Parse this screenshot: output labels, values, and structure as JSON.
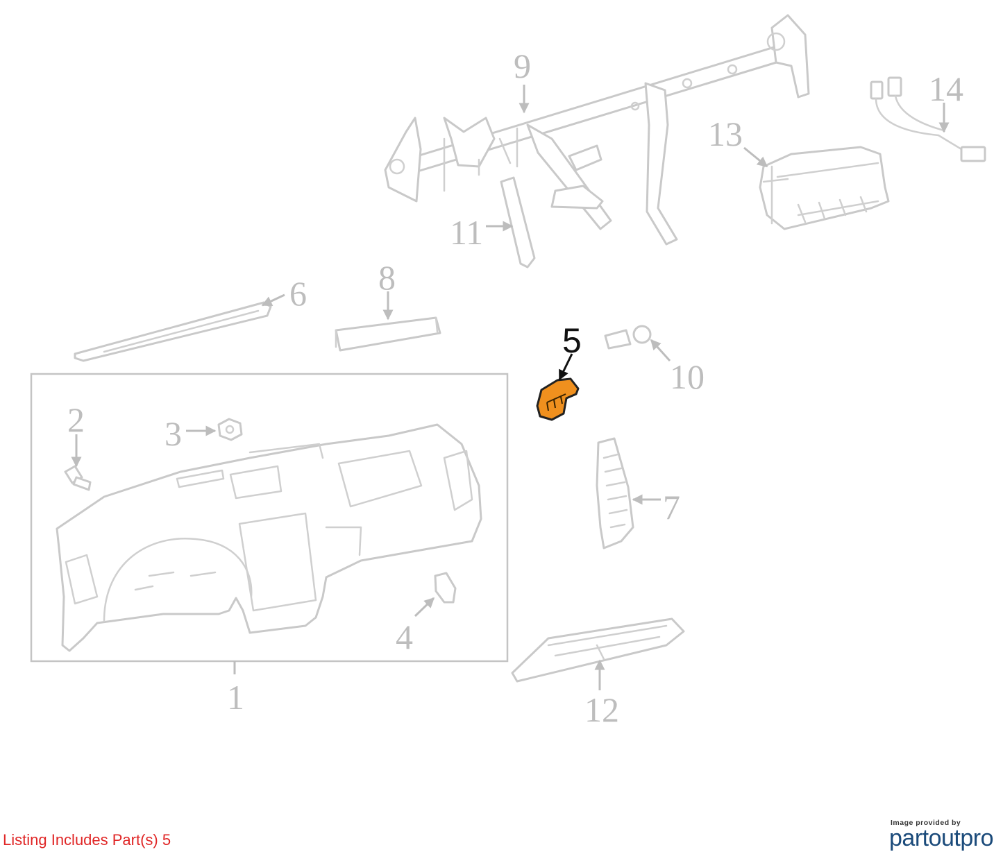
{
  "diagram": {
    "callouts": {
      "c1": "1",
      "c2": "2",
      "c3": "3",
      "c4": "4",
      "c5": "5",
      "c6": "6",
      "c7": "7",
      "c8": "8",
      "c9": "9",
      "c10": "10",
      "c11": "11",
      "c12": "12",
      "c13": "13",
      "c14": "14"
    },
    "highlight_color": "#f0901e",
    "line_color": "#c9c9c9"
  },
  "footer": {
    "listing_note": "Listing Includes Part(s) 5",
    "provider_label": "Image provided by",
    "brand": "partoutpro"
  }
}
